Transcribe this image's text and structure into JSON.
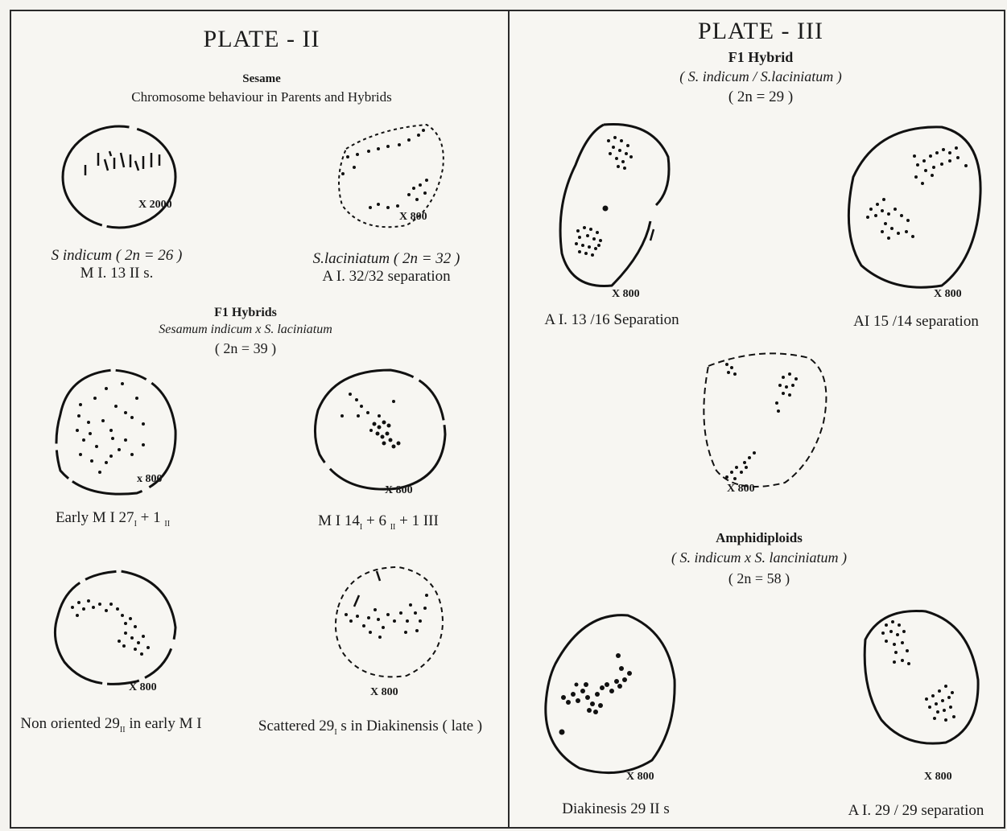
{
  "plate2": {
    "title": "PLATE - II",
    "subtitle": "Sesame",
    "heading": "Chromosome behaviour in Parents and Hybrids",
    "cells": [
      {
        "mag": "X 2000",
        "caption1": "S indicum ( 2n = 26 )",
        "caption2": "M I. 13 II s."
      },
      {
        "mag": "X 800",
        "caption1": "S.laciniatum ( 2n = 32 )",
        "caption2": "A I. 32/32 separation"
      },
      {
        "mag": "x 800",
        "caption": "Early M I 27",
        "caption_sub1": "I",
        "caption_mid": " + 1 ",
        "caption_sub2": "II"
      },
      {
        "mag": "X 800",
        "caption": "M I 14",
        "caption_sub1": "I",
        "caption_mid": " + 6 ",
        "caption_sub2": "II",
        "caption_end": " + 1 III"
      },
      {
        "mag": "X 800",
        "caption": "Non oriented 29",
        "caption_sub1": "II",
        "caption_end": " in early M I"
      },
      {
        "mag": "X 800",
        "caption": "Scattered 29",
        "caption_sub1": "I",
        "caption_end": " s in Diakinensis ( late )"
      }
    ],
    "hybrids_title": "F1 Hybrids",
    "hybrids_subtitle": "Sesamum indicum x S. laciniatum",
    "hybrids_count": "( 2n = 39 )"
  },
  "plate3": {
    "title": "PLATE - III",
    "subtitle": "F1 Hybrid",
    "cross": "( S. indicum / S.laciniatum )",
    "count": "( 2n = 29 )",
    "cells": [
      {
        "mag": "X 800",
        "caption": "A I. 13 /16 Separation"
      },
      {
        "mag": "X 800",
        "caption": "AI 15 /14 separation"
      },
      {
        "mag": "X 800"
      },
      {
        "mag": "X 800",
        "caption": "Diakinesis 29 II s"
      },
      {
        "mag": "X 800",
        "caption": "A I. 29 / 29 separation"
      }
    ],
    "amphi_title": "Amphidiploids",
    "amphi_cross": "( S. indicum x S. lanciniatum )",
    "amphi_count": "( 2n = 58 )"
  }
}
